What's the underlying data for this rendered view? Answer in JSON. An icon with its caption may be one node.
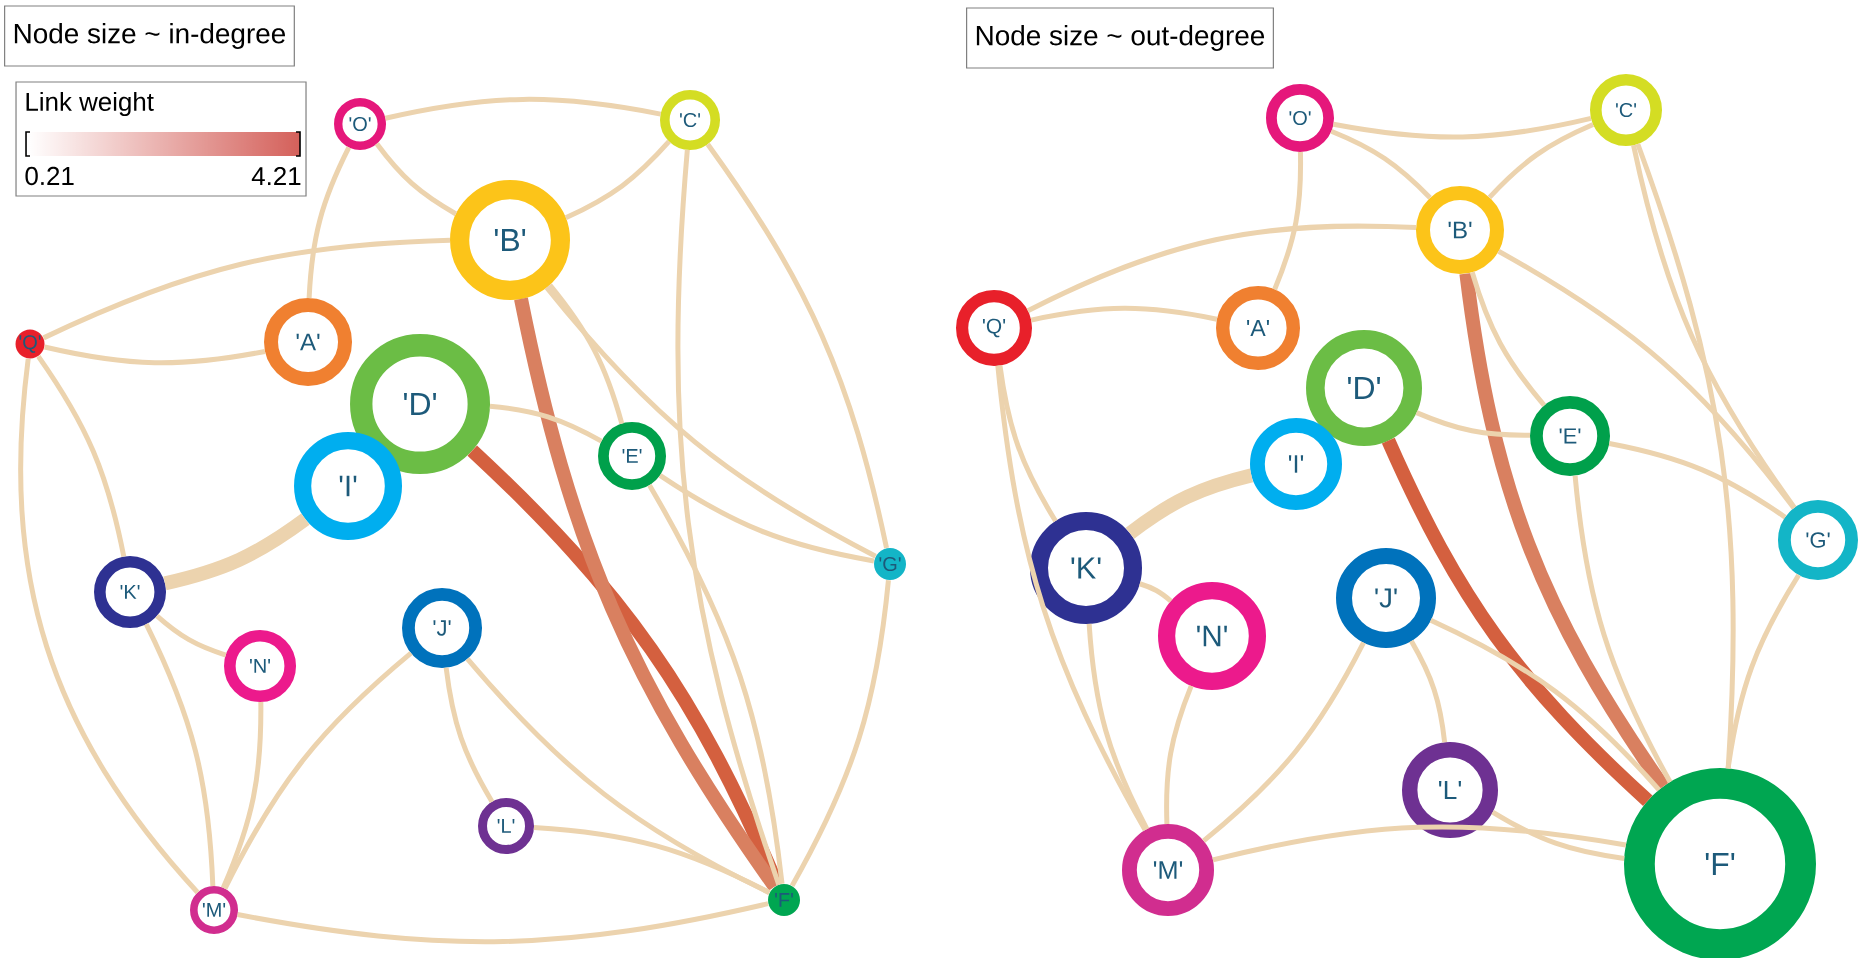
{
  "diagram": {
    "nodes": [
      {
        "text": [
          "'O'"
        ]
      },
      {
        "text": [
          "'C'"
        ]
      },
      {
        "text": [
          "'B'"
        ]
      },
      {
        "text": [
          "'Q'"
        ]
      },
      {
        "text": [
          "'A'"
        ]
      },
      {
        "text": [
          "'D'"
        ]
      },
      {
        "text": [
          "'E'"
        ]
      },
      {
        "text": [
          "'I'"
        ]
      },
      {
        "text": [
          "'G'"
        ]
      },
      {
        "text": [
          "'K'"
        ]
      },
      {
        "text": [
          "'N'"
        ]
      },
      {
        "text": [
          "'J'"
        ]
      },
      {
        "text": [
          "'L'"
        ]
      },
      {
        "text": [
          "'M'"
        ]
      },
      {
        "text": [
          "'F'"
        ]
      },
      {
        "text": [
          "'O'"
        ]
      },
      {
        "text": [
          "'C'"
        ]
      },
      {
        "text": [
          "'B'"
        ]
      },
      {
        "text": [
          "'Q'"
        ]
      },
      {
        "text": [
          "'A'"
        ]
      },
      {
        "text": [
          "'D'"
        ]
      },
      {
        "text": [
          "'E'"
        ]
      },
      {
        "text": [
          "'I'"
        ]
      },
      {
        "text": [
          "'G'"
        ]
      },
      {
        "text": [
          "'K'"
        ]
      },
      {
        "text": [
          "'N'"
        ]
      },
      {
        "text": [
          "'J'"
        ]
      },
      {
        "text": [
          "'L'"
        ]
      },
      {
        "text": [
          "'M'"
        ]
      },
      {
        "text": [
          "'F'"
        ]
      }
    ],
    "edges": [
      {
        "from": 5,
        "to": 14,
        "arrow": "none",
        "style": "thick",
        "color": "#d4603f"
      },
      {
        "from": 2,
        "to": 14,
        "arrow": "none",
        "style": "thick",
        "color": "#d98060"
      },
      {
        "from": 7,
        "to": 9,
        "arrow": "none",
        "style": "thick"
      },
      {
        "from": 2,
        "to": 3,
        "arrow": "none"
      },
      {
        "from": 1,
        "to": 2,
        "arrow": "none"
      },
      {
        "from": 1,
        "to": 14,
        "arrow": "none"
      },
      {
        "from": 1,
        "to": 8,
        "arrow": "none"
      },
      {
        "from": 2,
        "to": 8,
        "arrow": "none"
      },
      {
        "from": 6,
        "to": 14,
        "arrow": "none"
      },
      {
        "from": 11,
        "to": 14,
        "arrow": "none"
      },
      {
        "from": 12,
        "to": 14,
        "arrow": "none"
      },
      {
        "from": 13,
        "to": 14,
        "arrow": "none"
      },
      {
        "from": 13,
        "to": 11,
        "arrow": "none"
      },
      {
        "from": 13,
        "to": 9,
        "arrow": "none"
      },
      {
        "from": 3,
        "to": 9,
        "arrow": "none"
      },
      {
        "from": 3,
        "to": 4,
        "arrow": "none"
      },
      {
        "from": 3,
        "to": 13,
        "arrow": "none"
      },
      {
        "from": 0,
        "to": 4,
        "arrow": "none"
      },
      {
        "from": 0,
        "to": 1,
        "arrow": "none"
      },
      {
        "from": 0,
        "to": 2,
        "arrow": "none"
      },
      {
        "from": 5,
        "to": 6,
        "arrow": "none"
      },
      {
        "from": 11,
        "to": 12,
        "arrow": "none"
      },
      {
        "from": 8,
        "to": 14,
        "arrow": "none"
      },
      {
        "from": 9,
        "to": 10,
        "arrow": "none"
      },
      {
        "from": 10,
        "to": 13,
        "arrow": "none"
      },
      {
        "from": 6,
        "to": 8,
        "arrow": "none"
      },
      {
        "from": 2,
        "to": 6,
        "arrow": "none"
      },
      {
        "from": 20,
        "to": 29,
        "arrow": "none",
        "style": "thick",
        "color": "#d4603f"
      },
      {
        "from": 17,
        "to": 29,
        "arrow": "none",
        "style": "thick",
        "color": "#d98060"
      },
      {
        "from": 22,
        "to": 24,
        "arrow": "none",
        "style": "thick"
      },
      {
        "from": 17,
        "to": 18,
        "arrow": "none"
      },
      {
        "from": 16,
        "to": 17,
        "arrow": "none"
      },
      {
        "from": 16,
        "to": 29,
        "arrow": "none"
      },
      {
        "from": 16,
        "to": 23,
        "arrow": "none"
      },
      {
        "from": 17,
        "to": 23,
        "arrow": "none"
      },
      {
        "from": 21,
        "to": 29,
        "arrow": "none"
      },
      {
        "from": 26,
        "to": 29,
        "arrow": "none"
      },
      {
        "from": 27,
        "to": 29,
        "arrow": "none"
      },
      {
        "from": 28,
        "to": 29,
        "arrow": "none"
      },
      {
        "from": 28,
        "to": 26,
        "arrow": "none"
      },
      {
        "from": 28,
        "to": 24,
        "arrow": "none"
      },
      {
        "from": 18,
        "to": 24,
        "arrow": "none"
      },
      {
        "from": 18,
        "to": 19,
        "arrow": "none"
      },
      {
        "from": 18,
        "to": 28,
        "arrow": "none"
      },
      {
        "from": 15,
        "to": 19,
        "arrow": "none"
      },
      {
        "from": 15,
        "to": 16,
        "arrow": "none"
      },
      {
        "from": 15,
        "to": 17,
        "arrow": "none"
      },
      {
        "from": 20,
        "to": 21,
        "arrow": "none"
      },
      {
        "from": 26,
        "to": 27,
        "arrow": "none"
      },
      {
        "from": 23,
        "to": 29,
        "arrow": "none"
      },
      {
        "from": 24,
        "to": 25,
        "arrow": "none"
      },
      {
        "from": 25,
        "to": 28,
        "arrow": "none"
      },
      {
        "from": 21,
        "to": 23,
        "arrow": "none"
      },
      {
        "from": 17,
        "to": 21,
        "arrow": "none"
      }
    ],
    "labels": [
      "Node size ~ in-degree",
      "Link weight",
      "0.21",
      "4.21",
      "Node size ~ out-degree"
    ]
  }
}
